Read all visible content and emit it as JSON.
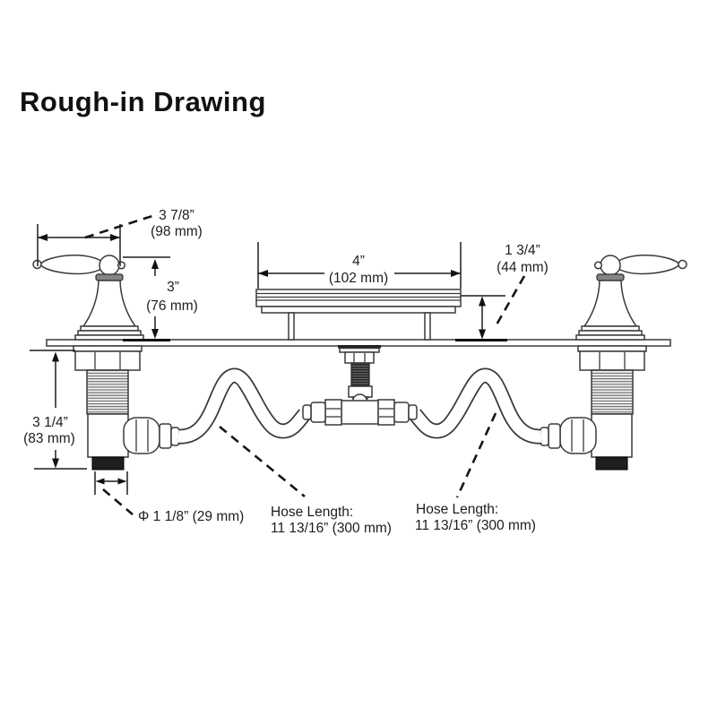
{
  "title": "Rough-in Drawing",
  "annotations": {
    "handle_width": {
      "value": "3 7/8”",
      "metric": "(98 mm)"
    },
    "handle_height": {
      "value": "3”",
      "metric": "(76 mm)"
    },
    "spout_width": {
      "value": "4”",
      "metric": "(102 mm)"
    },
    "spout_height": {
      "value": "1 3/4”",
      "metric": "(44 mm)"
    },
    "shank_length": {
      "value": "3 1/4”",
      "metric": "(83 mm)"
    },
    "inlet_diameter": {
      "value": "Φ 1 1/8” (29 mm)"
    },
    "hose_left": {
      "label": "Hose Length:",
      "value": "11 13/16” (300 mm)"
    },
    "hose_right": {
      "label": "Hose Length:",
      "value": "11 13/16” (300 mm)"
    }
  },
  "colors": {
    "background": "#ffffff",
    "line": "#3a3a3a",
    "text": "#1d1d1d",
    "dark_fill": "#1f1f1f",
    "collar_gray": "#858585"
  }
}
